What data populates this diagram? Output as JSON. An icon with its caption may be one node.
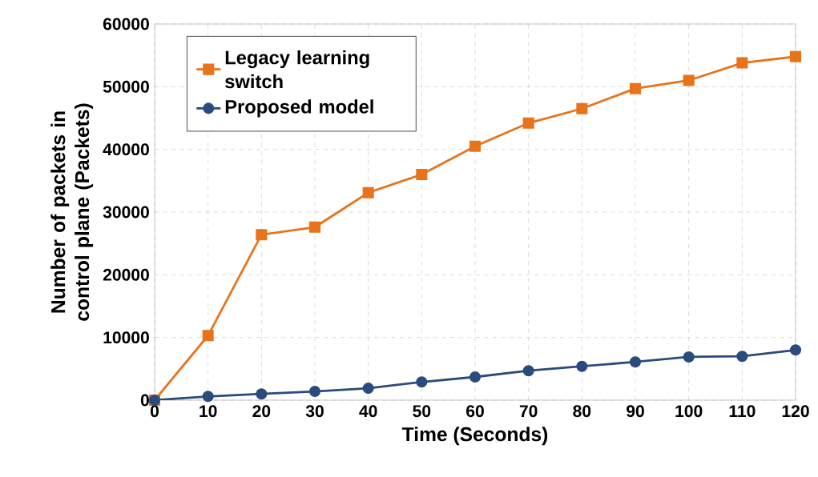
{
  "diagram": {
    "chart_data": {
      "type": "line",
      "xlabel": "Time (Seconds)",
      "ylabel": "Number of packets in control plane (Packets)",
      "x": [
        0,
        10,
        20,
        30,
        40,
        50,
        60,
        70,
        80,
        90,
        100,
        110,
        120
      ],
      "series": [
        {
          "name": "Legacy learning switch",
          "color": "#e8731a",
          "marker": "square",
          "values": [
            0,
            10300,
            26400,
            27600,
            33100,
            36000,
            40500,
            44200,
            46500,
            49700,
            51000,
            53800,
            54800
          ]
        },
        {
          "name": "Proposed model",
          "color": "#2a4b7c",
          "marker": "circle",
          "values": [
            0,
            600,
            1000,
            1400,
            1900,
            2900,
            3700,
            4700,
            5400,
            6100,
            6900,
            7000,
            8000
          ]
        }
      ],
      "grid": true,
      "legend": true,
      "xlim": [
        0,
        120
      ],
      "ylim": [
        0,
        60000
      ],
      "xticks": [
        0,
        10,
        20,
        30,
        40,
        50,
        60,
        70,
        80,
        90,
        100,
        110,
        120
      ],
      "yticks": [
        0,
        10000,
        20000,
        30000,
        40000,
        50000,
        60000
      ]
    }
  }
}
